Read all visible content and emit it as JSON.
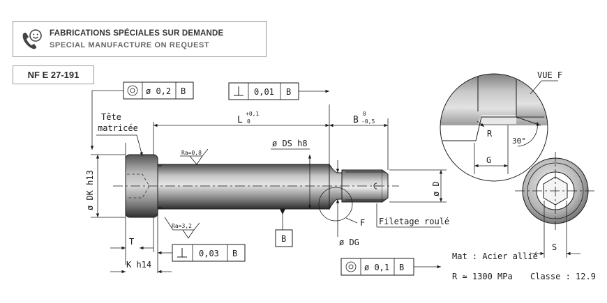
{
  "banner": {
    "line1": "FABRICATIONS SPÉCIALES SUR DEMANDE",
    "line2": "SPECIAL MANUFACTURE ON REQUEST",
    "icon": "phone-smile-icon"
  },
  "standard": "NF E 27-191",
  "tolerances": {
    "concentricity_top": {
      "value": "ø 0,2",
      "datum": "B"
    },
    "perpendicularity_top": {
      "value": "0,01",
      "datum": "B"
    },
    "perpendicularity_bottom": {
      "value": "0,03",
      "datum": "B"
    },
    "concentricity_bottom": {
      "value": "ø 0,1",
      "datum": "B"
    }
  },
  "labels": {
    "head_line1": "Tête",
    "head_line2": "matricée",
    "dk": "ø DK h13",
    "ds": "ø DS h8",
    "d": "ø D",
    "dg": "ø DG",
    "t": "T",
    "k": "K h14",
    "f": "F",
    "thread": "Filetage roulé",
    "datum": "B",
    "ra1": "Ra=0,8",
    "ra2": "Ra=3,2",
    "l_main": "L",
    "l_upper": "+0,1",
    "l_lower": "0",
    "b_main": "B",
    "b_upper": "0",
    "b_lower": "-0,5",
    "vue": "VUE F",
    "r": "R",
    "g": "G",
    "angle": "30°",
    "s": "S"
  },
  "material": {
    "mat": "Mat : Acier allié",
    "r": "R ≃ 1300 MPa",
    "classe": "Classe : 12.9"
  }
}
